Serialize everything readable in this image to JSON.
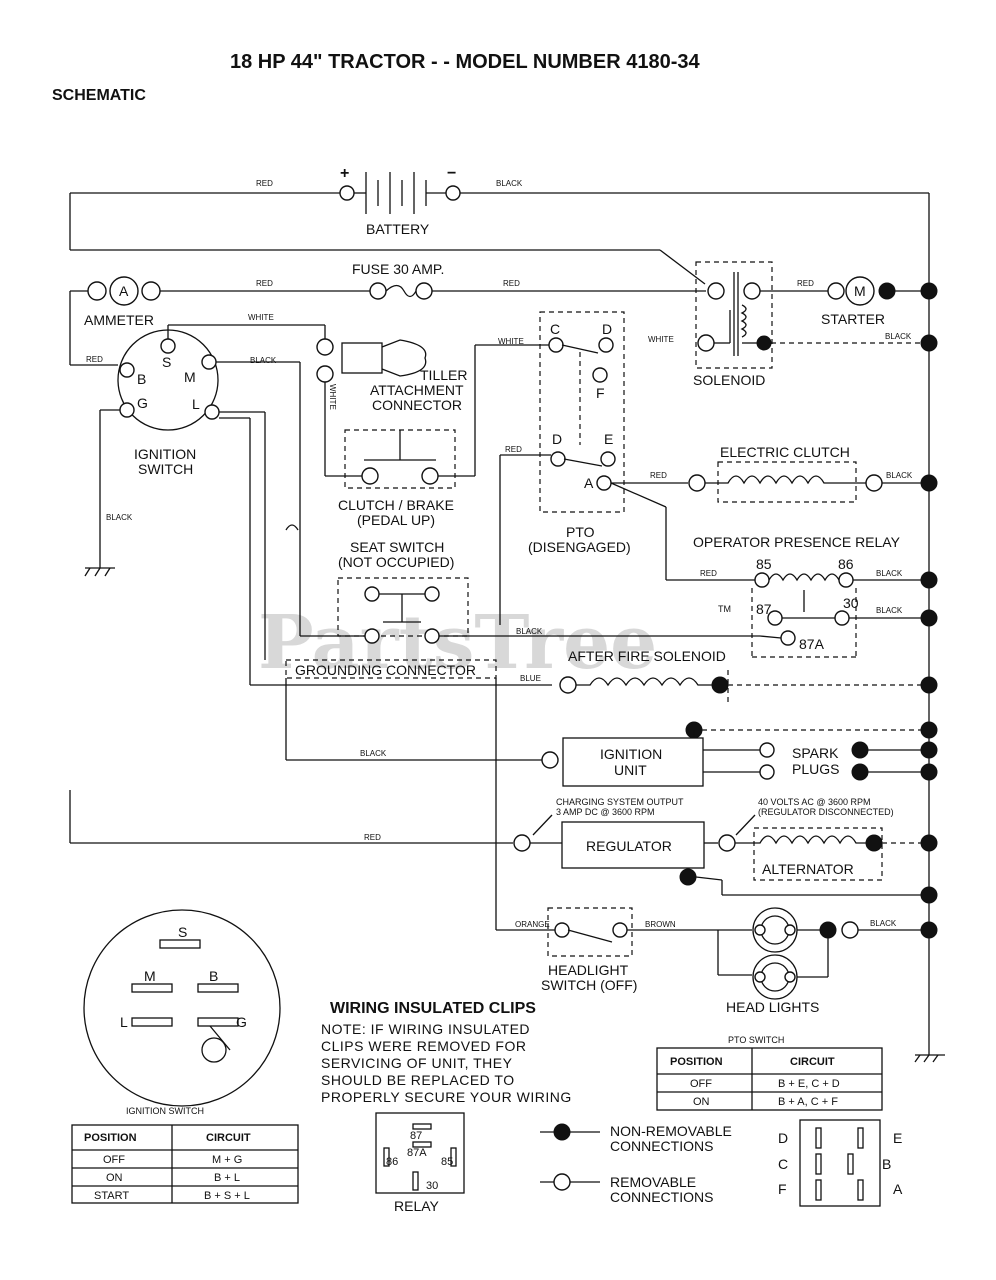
{
  "title": "18 HP 44\" TRACTOR - - MODEL NUMBER 4180-34",
  "subtitle": "SCHEMATIC",
  "watermark": "PartsTree",
  "watermark_tm": "TM",
  "components": {
    "battery": "BATTERY",
    "battery_plus": "+",
    "battery_minus": "−",
    "fuse": "FUSE 30 AMP.",
    "ammeter": "AMMETER",
    "ammeter_symbol": "A",
    "starter": "STARTER",
    "starter_symbol": "M",
    "solenoid": "SOLENOID",
    "tiller_1": "TILLER",
    "tiller_2": "ATTACHMENT",
    "tiller_3": "CONNECTOR",
    "ignition_1": "IGNITION",
    "ignition_2": "SWITCH",
    "clutch_brake_1": "CLUTCH / BRAKE",
    "clutch_brake_2": "(PEDAL UP)",
    "seat_1": "SEAT SWITCH",
    "seat_2": "(NOT OCCUPIED)",
    "pto_1": "PTO",
    "pto_2": "(DISENGAGED)",
    "electric_clutch": "ELECTRIC CLUTCH",
    "opr": "OPERATOR PRESENCE RELAY",
    "after_fire": "AFTER FIRE SOLENOID",
    "grounding": "GROUNDING CONNECTOR",
    "ignition_unit_1": "IGNITION",
    "ignition_unit_2": "UNIT",
    "spark_1": "SPARK",
    "spark_2": "PLUGS",
    "charging_1": "CHARGING SYSTEM OUTPUT",
    "charging_2": "3 AMP DC @ 3600 RPM",
    "alt_note_1": "40 VOLTS AC @ 3600 RPM",
    "alt_note_2": "(REGULATOR DISCONNECTED)",
    "regulator": "REGULATOR",
    "alternator": "ALTERNATOR",
    "headlight_sw_1": "HEADLIGHT",
    "headlight_sw_2": "SWITCH (OFF)",
    "headlights": "HEAD LIGHTS",
    "relay": "RELAY"
  },
  "terminals": {
    "S": "S",
    "B": "B",
    "M": "M",
    "G": "G",
    "L": "L",
    "C": "C",
    "D": "D",
    "F": "F",
    "E": "E",
    "A": "A",
    "t85": "85",
    "t86": "86",
    "t87": "87",
    "t30": "30",
    "t87A": "87A"
  },
  "wire_labels": {
    "red": "RED",
    "black": "BLACK",
    "white": "WHITE",
    "blue": "BLUE",
    "brown": "BROWN",
    "orange": "ORANGE"
  },
  "ignition_switch_table": {
    "caption": "IGNITION SWITCH",
    "headers": [
      "POSITION",
      "CIRCUIT"
    ],
    "rows": [
      [
        "OFF",
        "M + G"
      ],
      [
        "ON",
        "B + L"
      ],
      [
        "START",
        "B + S + L"
      ]
    ]
  },
  "pto_switch_table": {
    "caption": "PTO SWITCH",
    "headers": [
      "POSITION",
      "CIRCUIT"
    ],
    "rows": [
      [
        "OFF",
        "B + E, C + D"
      ],
      [
        "ON",
        "B + A, C + F"
      ]
    ]
  },
  "clips_note": {
    "heading": "WIRING INSULATED CLIPS",
    "lines": [
      "NOTE: IF WIRING INSULATED",
      "CLIPS WERE REMOVED FOR",
      "SERVICING OF UNIT, THEY",
      "SHOULD BE REPLACED TO",
      "PROPERLY SECURE YOUR WIRING"
    ]
  },
  "legend": {
    "non_removable_1": "NON-REMOVABLE",
    "non_removable_2": "CONNECTIONS",
    "removable_1": "REMOVABLE",
    "removable_2": "CONNECTIONS"
  },
  "pto_pins": {
    "left": [
      "D",
      "C",
      "F"
    ],
    "right": [
      "E",
      "B",
      "A"
    ]
  },
  "ignition_face": {
    "S": "S",
    "M": "M",
    "B": "B",
    "L": "L",
    "G": "G"
  }
}
